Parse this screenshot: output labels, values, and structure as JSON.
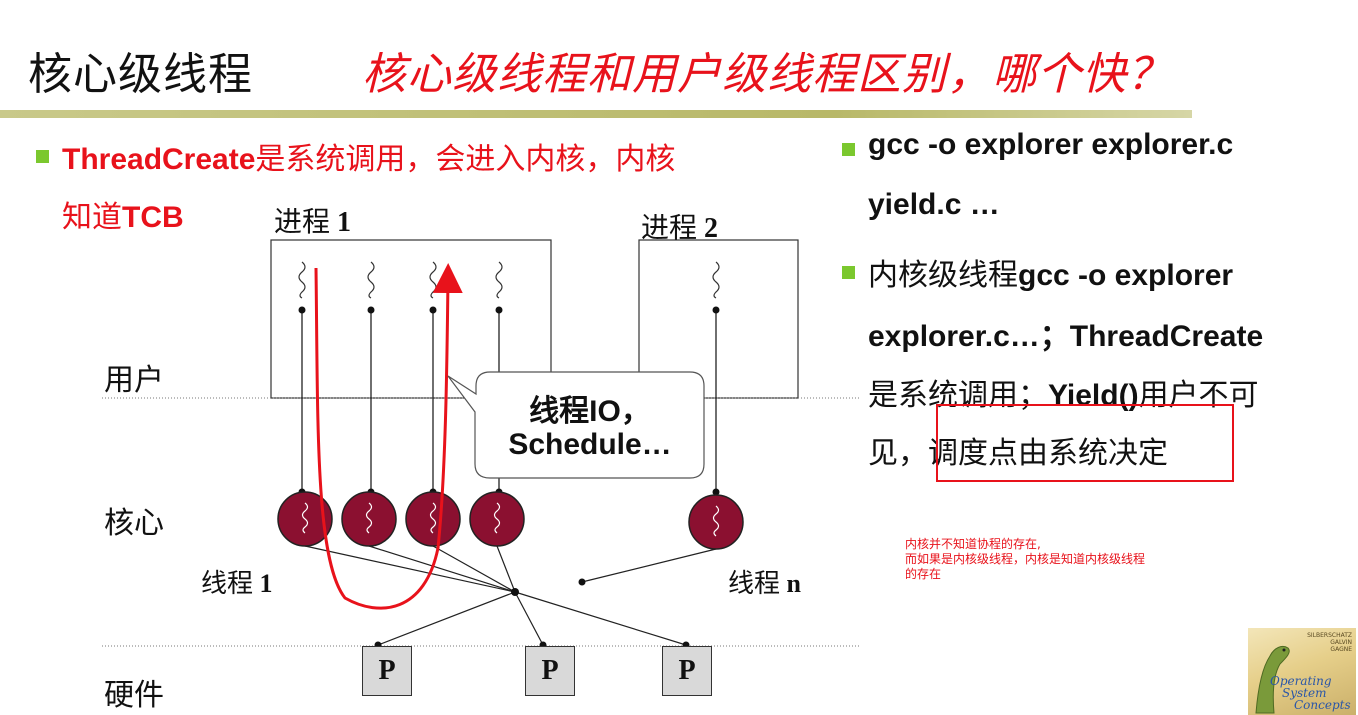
{
  "header": {
    "title": "核心级线程",
    "subtitle": "核心级线程和用户级线程区别，哪个快？"
  },
  "left_bullet": {
    "line1_bold": "ThreadCreate",
    "line1_rest": "是系统调用，会进入内核，内核",
    "line2_prefix": "知道",
    "line2_bold": "TCB"
  },
  "diagram": {
    "process1": {
      "label": "进程",
      "num": "1"
    },
    "process2": {
      "label": "进程",
      "num": "2"
    },
    "layer_user": "用户",
    "layer_kernel": "核心",
    "layer_hardware": "硬件",
    "thread1": {
      "label": "线程",
      "num": "1"
    },
    "threadn": {
      "label": "线程",
      "num": "n"
    },
    "callout_line1": "线程IO，",
    "callout_line2": "Schedule…",
    "processors": [
      "P",
      "P",
      "P"
    ]
  },
  "right_bullets": {
    "b1_line1": "gcc -o explorer explorer.c",
    "b1_line2": "yield.c …",
    "b2_prefix": "内核级线程",
    "b2_bold1": "gcc -o explorer",
    "b2_line2": "explorer.c…；ThreadCreate",
    "b2_line3_a": "是系统调用；",
    "b2_line3_bold": "Yield()",
    "b2_line3_b": "用户不可",
    "b2_line4_a": "见，",
    "b2_line4_boxed": "调度点由系统决定"
  },
  "note": {
    "line1": "内核并不知道协程的存在,",
    "line2": "而如果是内核级线程，内核是知道内核级线程",
    "line3": "的存在"
  },
  "logo": {
    "credit1": "SILBERSCHATZ",
    "credit2": "GALVIN",
    "credit3": "GAGNE",
    "word1": "Operating",
    "word2": "System",
    "word3": "Concepts"
  },
  "colors": {
    "accent_red": "#e8121b",
    "bullet_green": "#7bc82e",
    "thread_circle": "#8b1030",
    "rule": "#b8b868"
  }
}
